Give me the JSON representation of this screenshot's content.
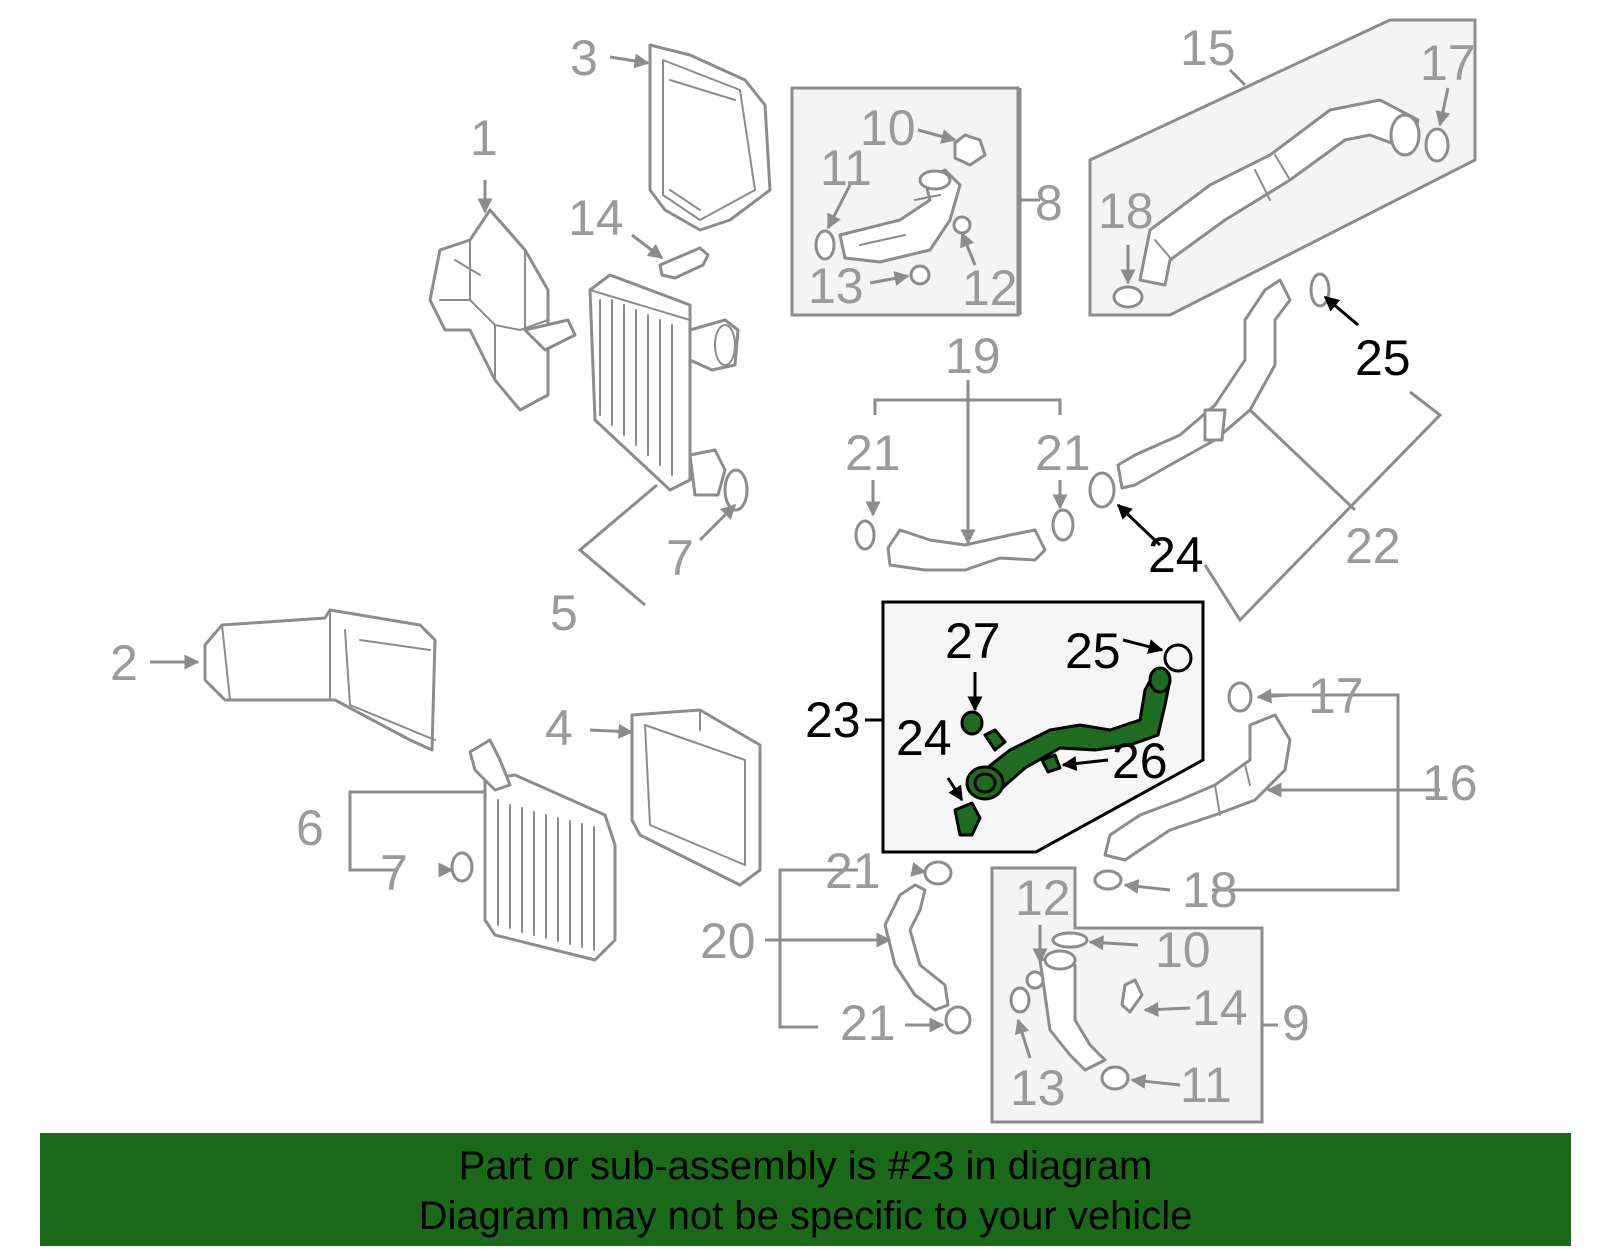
{
  "highlight_color": "#1a6a1a",
  "callouts": {
    "c1": "1",
    "c2": "2",
    "c3": "3",
    "c4": "4",
    "c5": "5",
    "c6": "6",
    "c7a": "7",
    "c7b": "7",
    "c8": "8",
    "c9": "9",
    "c10a": "10",
    "c10b": "10",
    "c11a": "11",
    "c11b": "11",
    "c12a": "12",
    "c12b": "12",
    "c13a": "13",
    "c13b": "13",
    "c14a": "14",
    "c14b": "14",
    "c15": "15",
    "c16": "16",
    "c17a": "17",
    "c17b": "17",
    "c18a": "18",
    "c18b": "18",
    "c19": "19",
    "c20": "20",
    "c21a": "21",
    "c21b": "21",
    "c21c": "21",
    "c21d": "21",
    "c22": "22",
    "c23": "23",
    "c24a": "24",
    "c24b": "24",
    "c25a": "25",
    "c25b": "25",
    "c26": "26",
    "c27": "27"
  },
  "banner": {
    "line1": "Part or sub-assembly is #23 in diagram",
    "line2": "Diagram may not be specific to your vehicle"
  }
}
